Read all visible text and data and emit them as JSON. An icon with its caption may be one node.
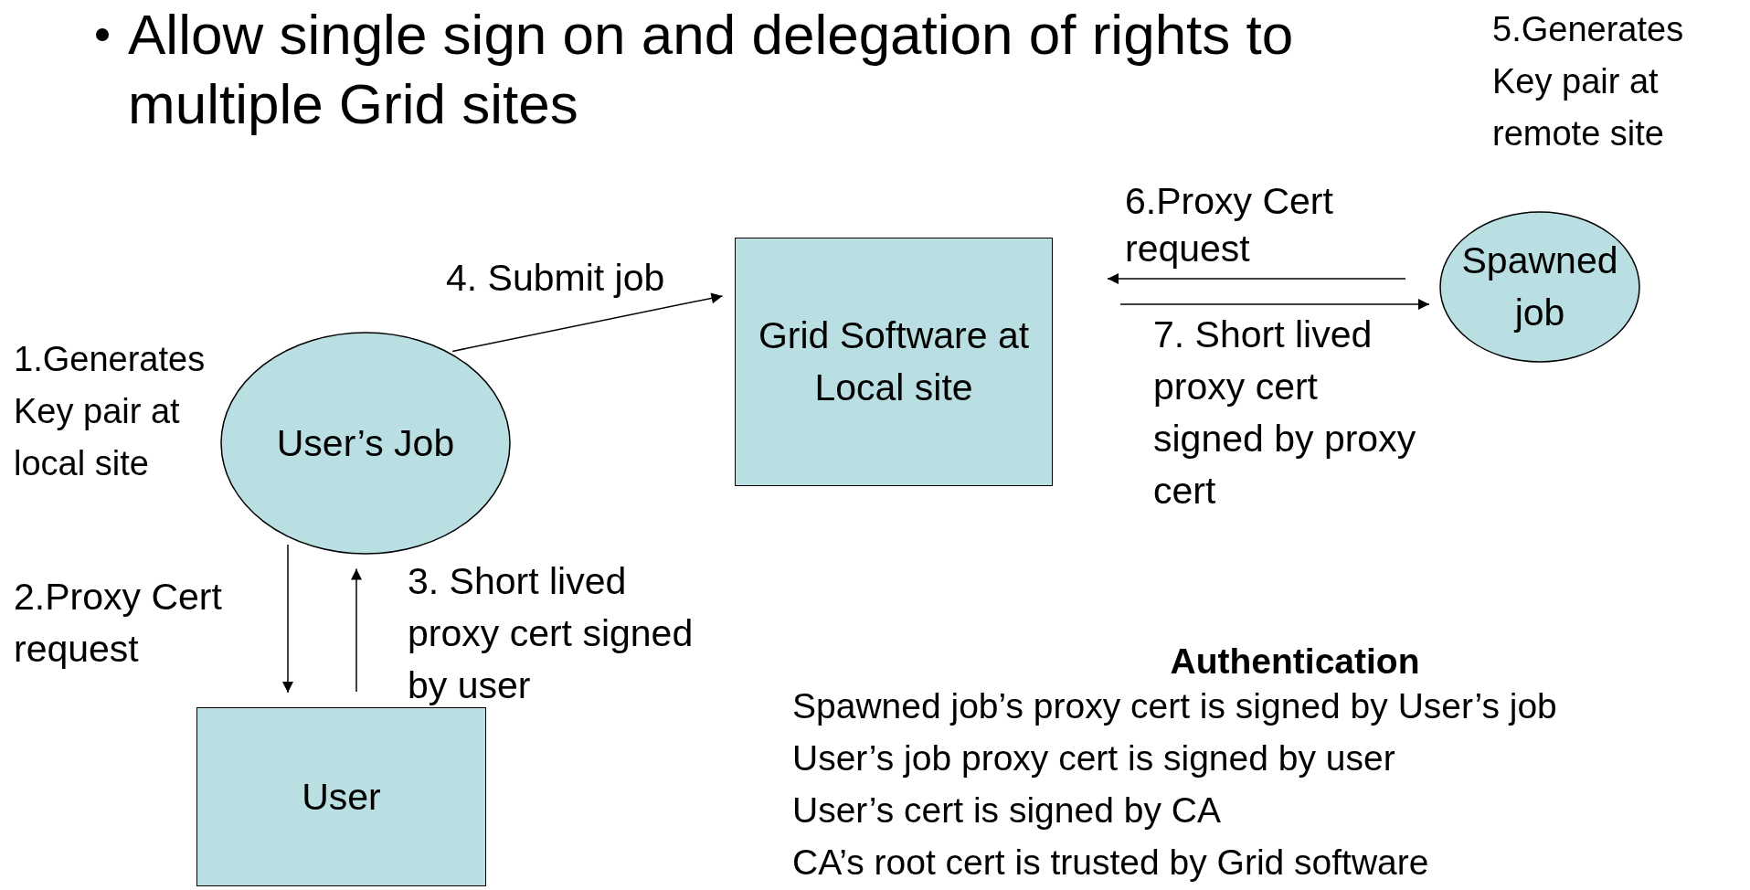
{
  "diagram": {
    "title": "Allow single sign on and delegation of rights to multiple Grid sites",
    "nodes": [
      {
        "text": [
          "User’s Job"
        ],
        "beside": [
          "1.Generates Key pair at local site"
        ]
      },
      {
        "text": [
          "Grid Software at Local site"
        ]
      },
      {
        "text": [
          "Spawned job"
        ],
        "beside": [
          "5.Generates Key pair at remote site"
        ]
      },
      {
        "text": [
          "User"
        ]
      }
    ],
    "edges": [
      {
        "from": 0,
        "to": 1,
        "arrow": "to",
        "label": "4. Submit job"
      },
      {
        "from": 2,
        "to": 1,
        "arrow": "to",
        "label": "6.Proxy Cert request"
      },
      {
        "from": 1,
        "to": 2,
        "arrow": "to",
        "label": "7. Short lived proxy cert signed by proxy cert"
      },
      {
        "from": 0,
        "to": 3,
        "arrow": "to",
        "label": "2.Proxy Cert request"
      },
      {
        "from": 3,
        "to": 0,
        "arrow": "to",
        "label": "3. Short lived proxy cert signed by user"
      }
    ],
    "labels": [
      "Authentication",
      "Spawned job’s proxy cert is signed by User’s job",
      "User’s job proxy cert is signed by user",
      "User’s cert is signed by CA",
      "CA’s root cert is trusted by Grid software"
    ]
  }
}
